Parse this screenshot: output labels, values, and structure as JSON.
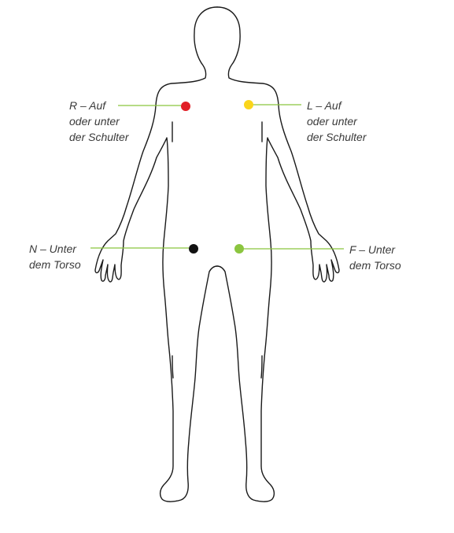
{
  "electrodes": [
    {
      "id": "R",
      "lines": [
        "R – Auf",
        "oder unter",
        "der Schulter"
      ],
      "color": "#e11f26"
    },
    {
      "id": "L",
      "lines": [
        "L – Auf",
        "oder unter",
        "der Schulter"
      ],
      "color": "#fad51b"
    },
    {
      "id": "N",
      "lines": [
        "N – Unter",
        "dem Torso"
      ],
      "color": "#111111"
    },
    {
      "id": "F",
      "lines": [
        "F – Unter",
        "dem Torso"
      ],
      "color": "#8bc53f"
    }
  ],
  "leader_color": "#8bc53f",
  "outline_color": "#1a1a1a"
}
